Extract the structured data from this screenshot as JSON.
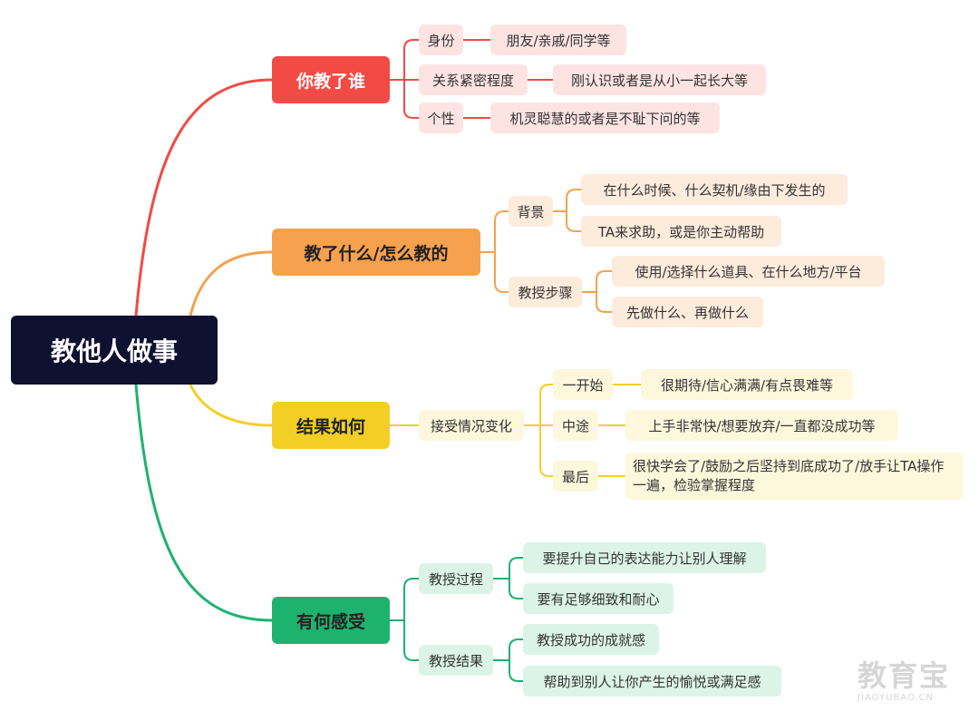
{
  "root": "教他人做事",
  "branches": [
    {
      "title": "你教了谁",
      "items": [
        {
          "label": "身份",
          "children": [
            "朋友/亲戚/同学等"
          ]
        },
        {
          "label": "关系紧密程度",
          "children": [
            "刚认识或者是从小一起长大等"
          ]
        },
        {
          "label": "个性",
          "children": [
            "机灵聪慧的或者是不耻下问的等"
          ]
        }
      ]
    },
    {
      "title": "教了什么/怎么教的",
      "items": [
        {
          "label": "背景",
          "children": [
            "在什么时候、什么契机/缘由下发生的",
            "TA来求助，或是你主动帮助"
          ]
        },
        {
          "label": "教授步骤",
          "children": [
            "使用/选择什么道具、在什么地方/平台",
            "先做什么、再做什么"
          ]
        }
      ]
    },
    {
      "title": "结果如何",
      "items": [
        {
          "label": "接受情况变化",
          "children": [
            {
              "label": "一开始",
              "detail": "很期待/信心满满/有点畏难等"
            },
            {
              "label": "中途",
              "detail": "上手非常快/想要放弃/一直都没成功等"
            },
            {
              "label": "最后",
              "detail": "很快学会了/鼓励之后坚持到底成功了/放手让TA操作一遍，检验掌握程度"
            }
          ]
        }
      ]
    },
    {
      "title": "有何感受",
      "items": [
        {
          "label": "教授过程",
          "children": [
            "要提升自己的表达能力让别人理解",
            "要有足够细致和耐心"
          ]
        },
        {
          "label": "教授结果",
          "children": [
            "教授成功的成就感",
            "帮助到别人让你产生的愉悦或满足感"
          ]
        }
      ]
    }
  ],
  "watermark": {
    "logo": "教育宝",
    "site": "JIAOYUBAO.CN"
  },
  "colors": {
    "red": "#f24a44",
    "orange": "#f5a14e",
    "yellow": "#f3cf25",
    "green": "#1db36f",
    "root": "#0f1130"
  }
}
